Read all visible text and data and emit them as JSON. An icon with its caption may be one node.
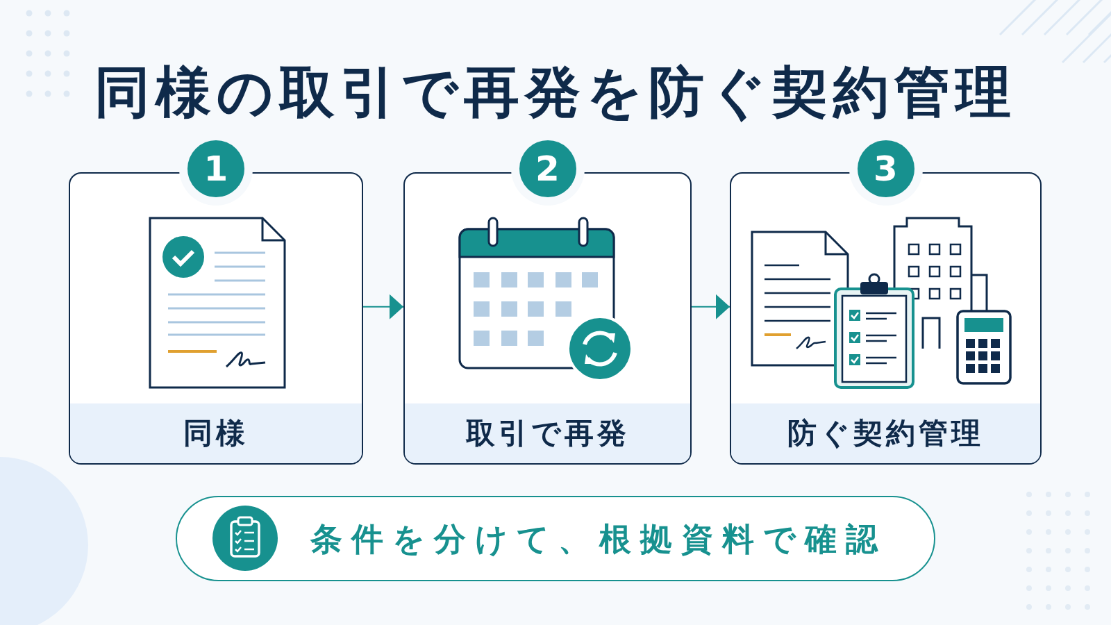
{
  "diagram": {
    "title": "同様の取引で再発を防ぐ契約管理",
    "nodes": [
      {
        "text": [
          "1",
          "同様"
        ]
      },
      {
        "text": [
          "2",
          "取引で再発"
        ]
      },
      {
        "text": [
          "3",
          "防ぐ契約管理"
        ]
      },
      {
        "text": [
          "条件を分けて、根拠資料で確認"
        ]
      }
    ],
    "edges": [
      {
        "from": 0,
        "to": 1,
        "arrow": "to"
      },
      {
        "from": 1,
        "to": 2,
        "arrow": "to"
      }
    ]
  }
}
